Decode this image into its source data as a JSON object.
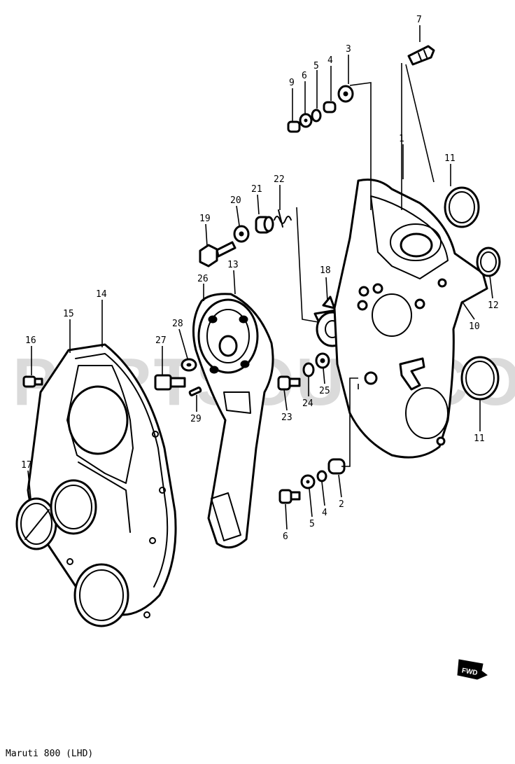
{
  "diagram": {
    "caption": "Maruti 800 (LHD)",
    "watermark": "PARTSOUQ.COM",
    "direction_marker": "FWD",
    "callouts": [
      {
        "id": "c7",
        "label": "7"
      },
      {
        "id": "c3",
        "label": "3"
      },
      {
        "id": "c4a",
        "label": "4"
      },
      {
        "id": "c5a",
        "label": "5"
      },
      {
        "id": "c6a",
        "label": "6"
      },
      {
        "id": "c9",
        "label": "9"
      },
      {
        "id": "c1",
        "label": "1"
      },
      {
        "id": "c11a",
        "label": "11"
      },
      {
        "id": "c22",
        "label": "22"
      },
      {
        "id": "c21",
        "label": "21"
      },
      {
        "id": "c20",
        "label": "20"
      },
      {
        "id": "c19",
        "label": "19"
      },
      {
        "id": "c13",
        "label": "13"
      },
      {
        "id": "c26",
        "label": "26"
      },
      {
        "id": "c14",
        "label": "14"
      },
      {
        "id": "c15",
        "label": "15"
      },
      {
        "id": "c16",
        "label": "16"
      },
      {
        "id": "c28",
        "label": "28"
      },
      {
        "id": "c27",
        "label": "27"
      },
      {
        "id": "c29",
        "label": "29"
      },
      {
        "id": "c18",
        "label": "18"
      },
      {
        "id": "c12",
        "label": "12"
      },
      {
        "id": "c10",
        "label": "10"
      },
      {
        "id": "c11b",
        "label": "11"
      },
      {
        "id": "c24",
        "label": "24"
      },
      {
        "id": "c25",
        "label": "25"
      },
      {
        "id": "c23",
        "label": "23"
      },
      {
        "id": "c17",
        "label": "17"
      },
      {
        "id": "c2",
        "label": "2"
      },
      {
        "id": "c4b",
        "label": "4"
      },
      {
        "id": "c5b",
        "label": "5"
      },
      {
        "id": "c6b",
        "label": "6"
      }
    ]
  }
}
